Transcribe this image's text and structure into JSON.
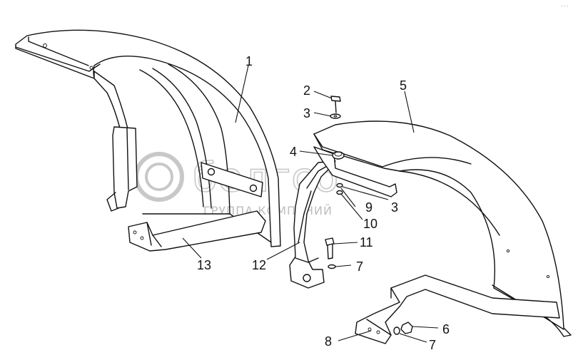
{
  "corner_code": "...",
  "watermark": {
    "brand": "белгсо",
    "subtitle": "ГРУППА КОМПАНИЙ"
  },
  "labels": {
    "l1": "1",
    "l2": "2",
    "l3a": "3",
    "l3b": "3",
    "l4": "4",
    "l5": "5",
    "l6": "6",
    "l7a": "7",
    "l7b": "7",
    "l8": "8",
    "l9": "9",
    "l10": "10",
    "l11": "11",
    "l12": "12",
    "l13": "13"
  },
  "colors": {
    "line": "#111111",
    "watermark": "#c8c8c8",
    "background": "#ffffff"
  }
}
